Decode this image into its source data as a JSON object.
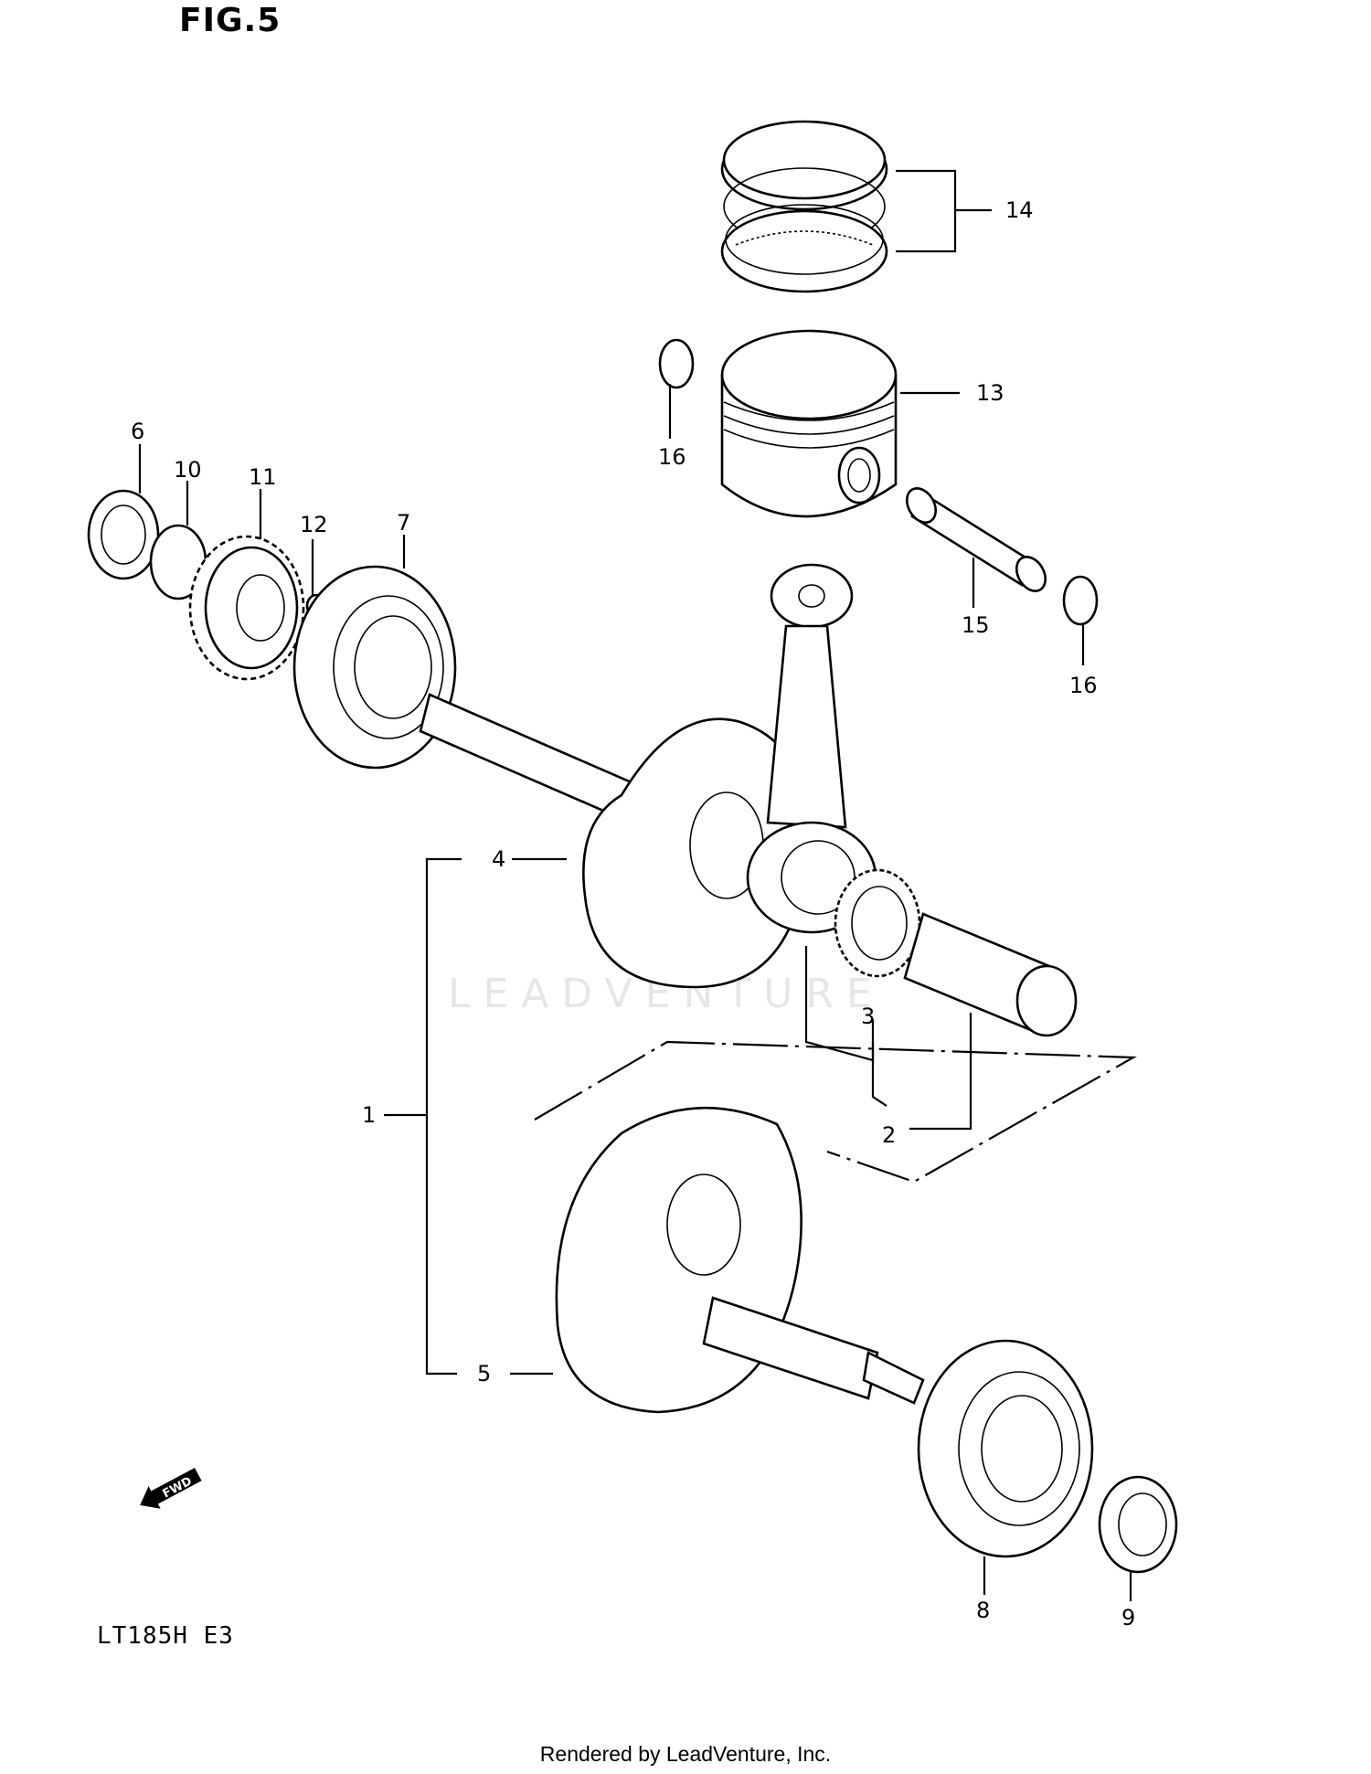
{
  "figure": {
    "title": "FIG.5",
    "model": "LT185H E3",
    "footer": "Rendered by LeadVenture, Inc.",
    "watermark": "LEADVENTURE"
  },
  "callouts": [
    {
      "number": "1"
    },
    {
      "number": "2"
    },
    {
      "number": "3"
    },
    {
      "number": "4"
    },
    {
      "number": "5"
    },
    {
      "number": "6"
    },
    {
      "number": "7"
    },
    {
      "number": "8"
    },
    {
      "number": "9"
    },
    {
      "number": "10"
    },
    {
      "number": "11"
    },
    {
      "number": "12"
    },
    {
      "number": "13"
    },
    {
      "number": "14"
    },
    {
      "number": "15"
    },
    {
      "number": "16"
    },
    {
      "number": "16"
    }
  ],
  "fwd_arrow": {
    "text": "FWD"
  }
}
